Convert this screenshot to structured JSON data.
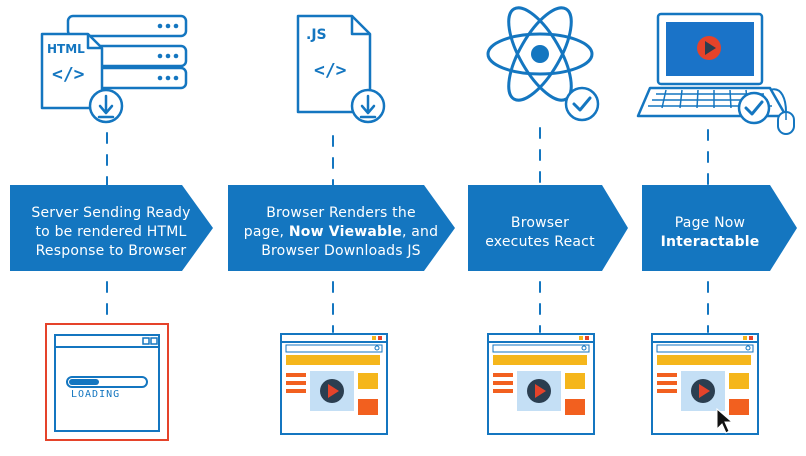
{
  "colors": {
    "blue": "#1476c0",
    "red": "#e5432a",
    "yellow": "#f5b61b",
    "orange": "#f2601f",
    "screen_blue": "#1a73c8",
    "light_blue": "#c4dff5"
  },
  "steps": [
    {
      "icon": "html-file-download-icon",
      "file_label": "HTML",
      "code_label": "</>",
      "line1": "Server Sending Ready",
      "line2": "to be rendered HTML",
      "line3": "Response to Browser",
      "screen": "loading-window",
      "loading_label": "LOADING"
    },
    {
      "icon": "js-file-download-icon",
      "file_label": ".JS",
      "code_label": "</>",
      "line1": "Browser Renders the",
      "line2_pre": "page, ",
      "line2_bold": "Now Viewable",
      "line2_post": ", and",
      "line3": "Browser Downloads JS",
      "screen": "rendered-page-window"
    },
    {
      "icon": "react-atom-check-icon",
      "line1": "Browser",
      "line2": "executes React",
      "screen": "rendered-page-window"
    },
    {
      "icon": "laptop-check-icon",
      "line1": "Page Now",
      "line2_bold": "Interactable",
      "screen": "interactive-page-window"
    }
  ]
}
